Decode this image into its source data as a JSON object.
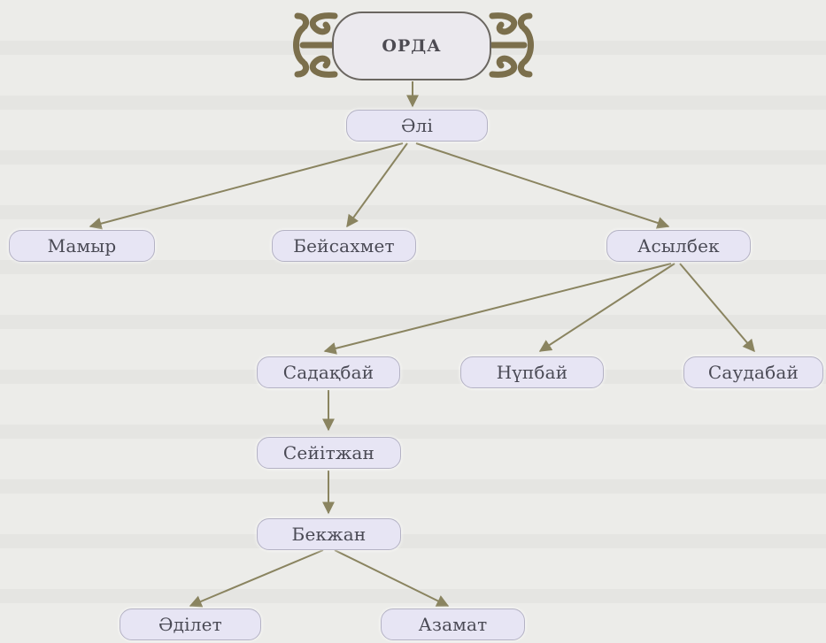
{
  "colors": {
    "edge": "#8a8460",
    "node_fill": "#e7e5f4",
    "node_border": "#b4b2c4",
    "ornament": "#7b6f4c"
  },
  "ornament_icon": "kazakh-koshkar-muiz-ornament",
  "diagram": {
    "root": "ОРДА",
    "nodes": {
      "ali": "Әлі",
      "mamyr": "Мамыр",
      "beisakhmet": "Бейсахмет",
      "asylbek": "Асылбек",
      "sadakbai": "Садақбай",
      "nupbai": "Нүпбай",
      "saudabai": "Саудабай",
      "seitzhan": "Сейітжан",
      "bekzhan": "Бекжан",
      "adilet": "Әділет",
      "azamat": "Азамат"
    }
  }
}
